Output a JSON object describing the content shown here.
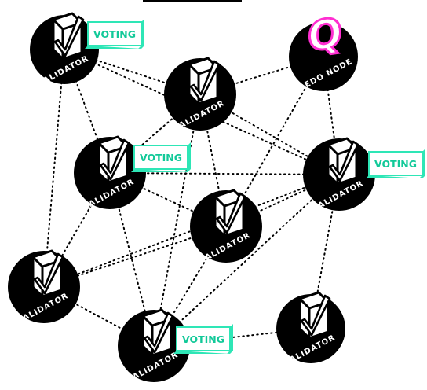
{
  "nodes": [
    {
      "id": "v1",
      "type": "validator",
      "label": "VALIDATOR",
      "voting": true
    },
    {
      "id": "q",
      "type": "qredo",
      "label": "QREDO NODE",
      "voting": false
    },
    {
      "id": "v2",
      "type": "validator",
      "label": "VALIDATOR",
      "voting": false
    },
    {
      "id": "v3",
      "type": "validator",
      "label": "VALIDATOR",
      "voting": true
    },
    {
      "id": "v4",
      "type": "validator",
      "label": "VALIDATOR",
      "voting": true
    },
    {
      "id": "v5",
      "type": "validator",
      "label": "VALIDATOR",
      "voting": false
    },
    {
      "id": "v6",
      "type": "validator",
      "label": "VALIDATOR",
      "voting": false
    },
    {
      "id": "v7",
      "type": "validator",
      "label": "VALIDATOR",
      "voting": true
    },
    {
      "id": "v8",
      "type": "validator",
      "label": "VALIDATOR",
      "voting": false
    }
  ],
  "voting_label": "VOTING",
  "qredo_logo_letter": "Q",
  "colors": {
    "node": "#000000",
    "voting": "#2ee6b6",
    "qredo": "#ff2fd1",
    "edge": "#000000"
  },
  "icons": [
    "checkmark-icon",
    "qredo-logo-icon"
  ]
}
